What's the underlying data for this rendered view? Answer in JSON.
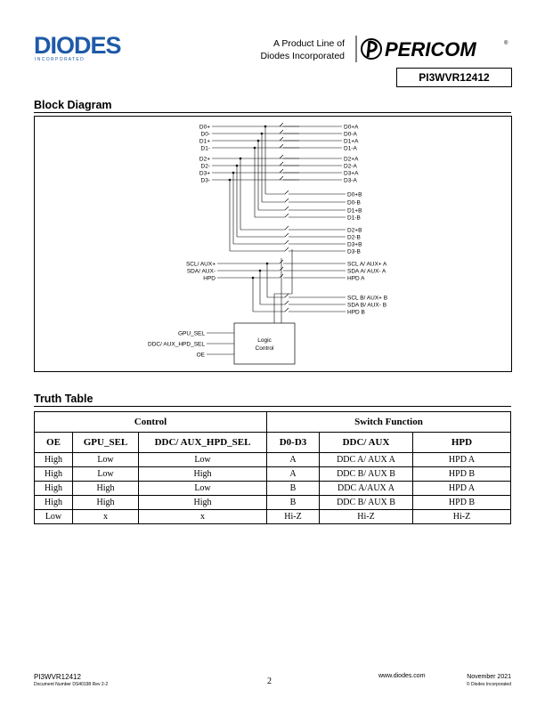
{
  "header": {
    "product_line_1": "A Product Line of",
    "product_line_2": "Diodes Incorporated",
    "diodes_logo": "DIODES",
    "diodes_sub": "I N C O R P O R A T E D",
    "pericom_logo": "PERICOM",
    "part_number": "PI3WVR12412"
  },
  "block_diagram": {
    "title": "Block Diagram",
    "left_labels": [
      "D0+",
      "D0-",
      "D1+",
      "D1-",
      "D2+",
      "D2-",
      "D3+",
      "D3-"
    ],
    "right_a_labels": [
      "D0+A",
      "D0-A",
      "D1+A",
      "D1-A",
      "D2+A",
      "D2-A",
      "D3+A",
      "D3-A"
    ],
    "right_b_labels": [
      "D0+B",
      "D0-B",
      "D1+B",
      "D1-B",
      "D2+B",
      "D2-B",
      "D3+B",
      "D3-B"
    ],
    "aux_left": [
      "SCL/ AUX+",
      "SDA/ AUX-",
      "HPD"
    ],
    "aux_right_a": [
      "SCL A/ AUX+ A",
      "SDA A/ AUX- A",
      "HPD A"
    ],
    "aux_right_b": [
      "SCL B/ AUX+ B",
      "SDA B/ AUX- B",
      "HPD B"
    ],
    "ctrl_inputs": [
      "GPU_SEL",
      "DDC/ AUX_HPD_SEL",
      "OE"
    ],
    "logic_1": "Logic",
    "logic_2": "Control"
  },
  "truth_table": {
    "title": "Truth Table",
    "group_control": "Control",
    "group_switch": "Switch Function",
    "headers": [
      "OE",
      "GPU_SEL",
      "DDC/ AUX_HPD_SEL",
      "D0-D3",
      "DDC/ AUX",
      "HPD"
    ],
    "rows": [
      [
        "High",
        "Low",
        "Low",
        "A",
        "DDC A/ AUX A",
        "HPD A"
      ],
      [
        "High",
        "Low",
        "High",
        "A",
        "DDC B/ AUX B",
        "HPD B"
      ],
      [
        "High",
        "High",
        "Low",
        "B",
        "DDC A/AUX A",
        "HPD A"
      ],
      [
        "High",
        "High",
        "High",
        "B",
        "DDC B/ AUX B",
        "HPD B"
      ],
      [
        "Low",
        "x",
        "x",
        "Hi-Z",
        "Hi-Z",
        "Hi-Z"
      ]
    ]
  },
  "footer": {
    "part": "PI3WVR12412",
    "doc_number": "Document Number DS40198 Rev 2-2",
    "page": "2",
    "website": "www.diodes.com",
    "date": "November 2021",
    "copyright": "© Diodes Incorporated"
  }
}
